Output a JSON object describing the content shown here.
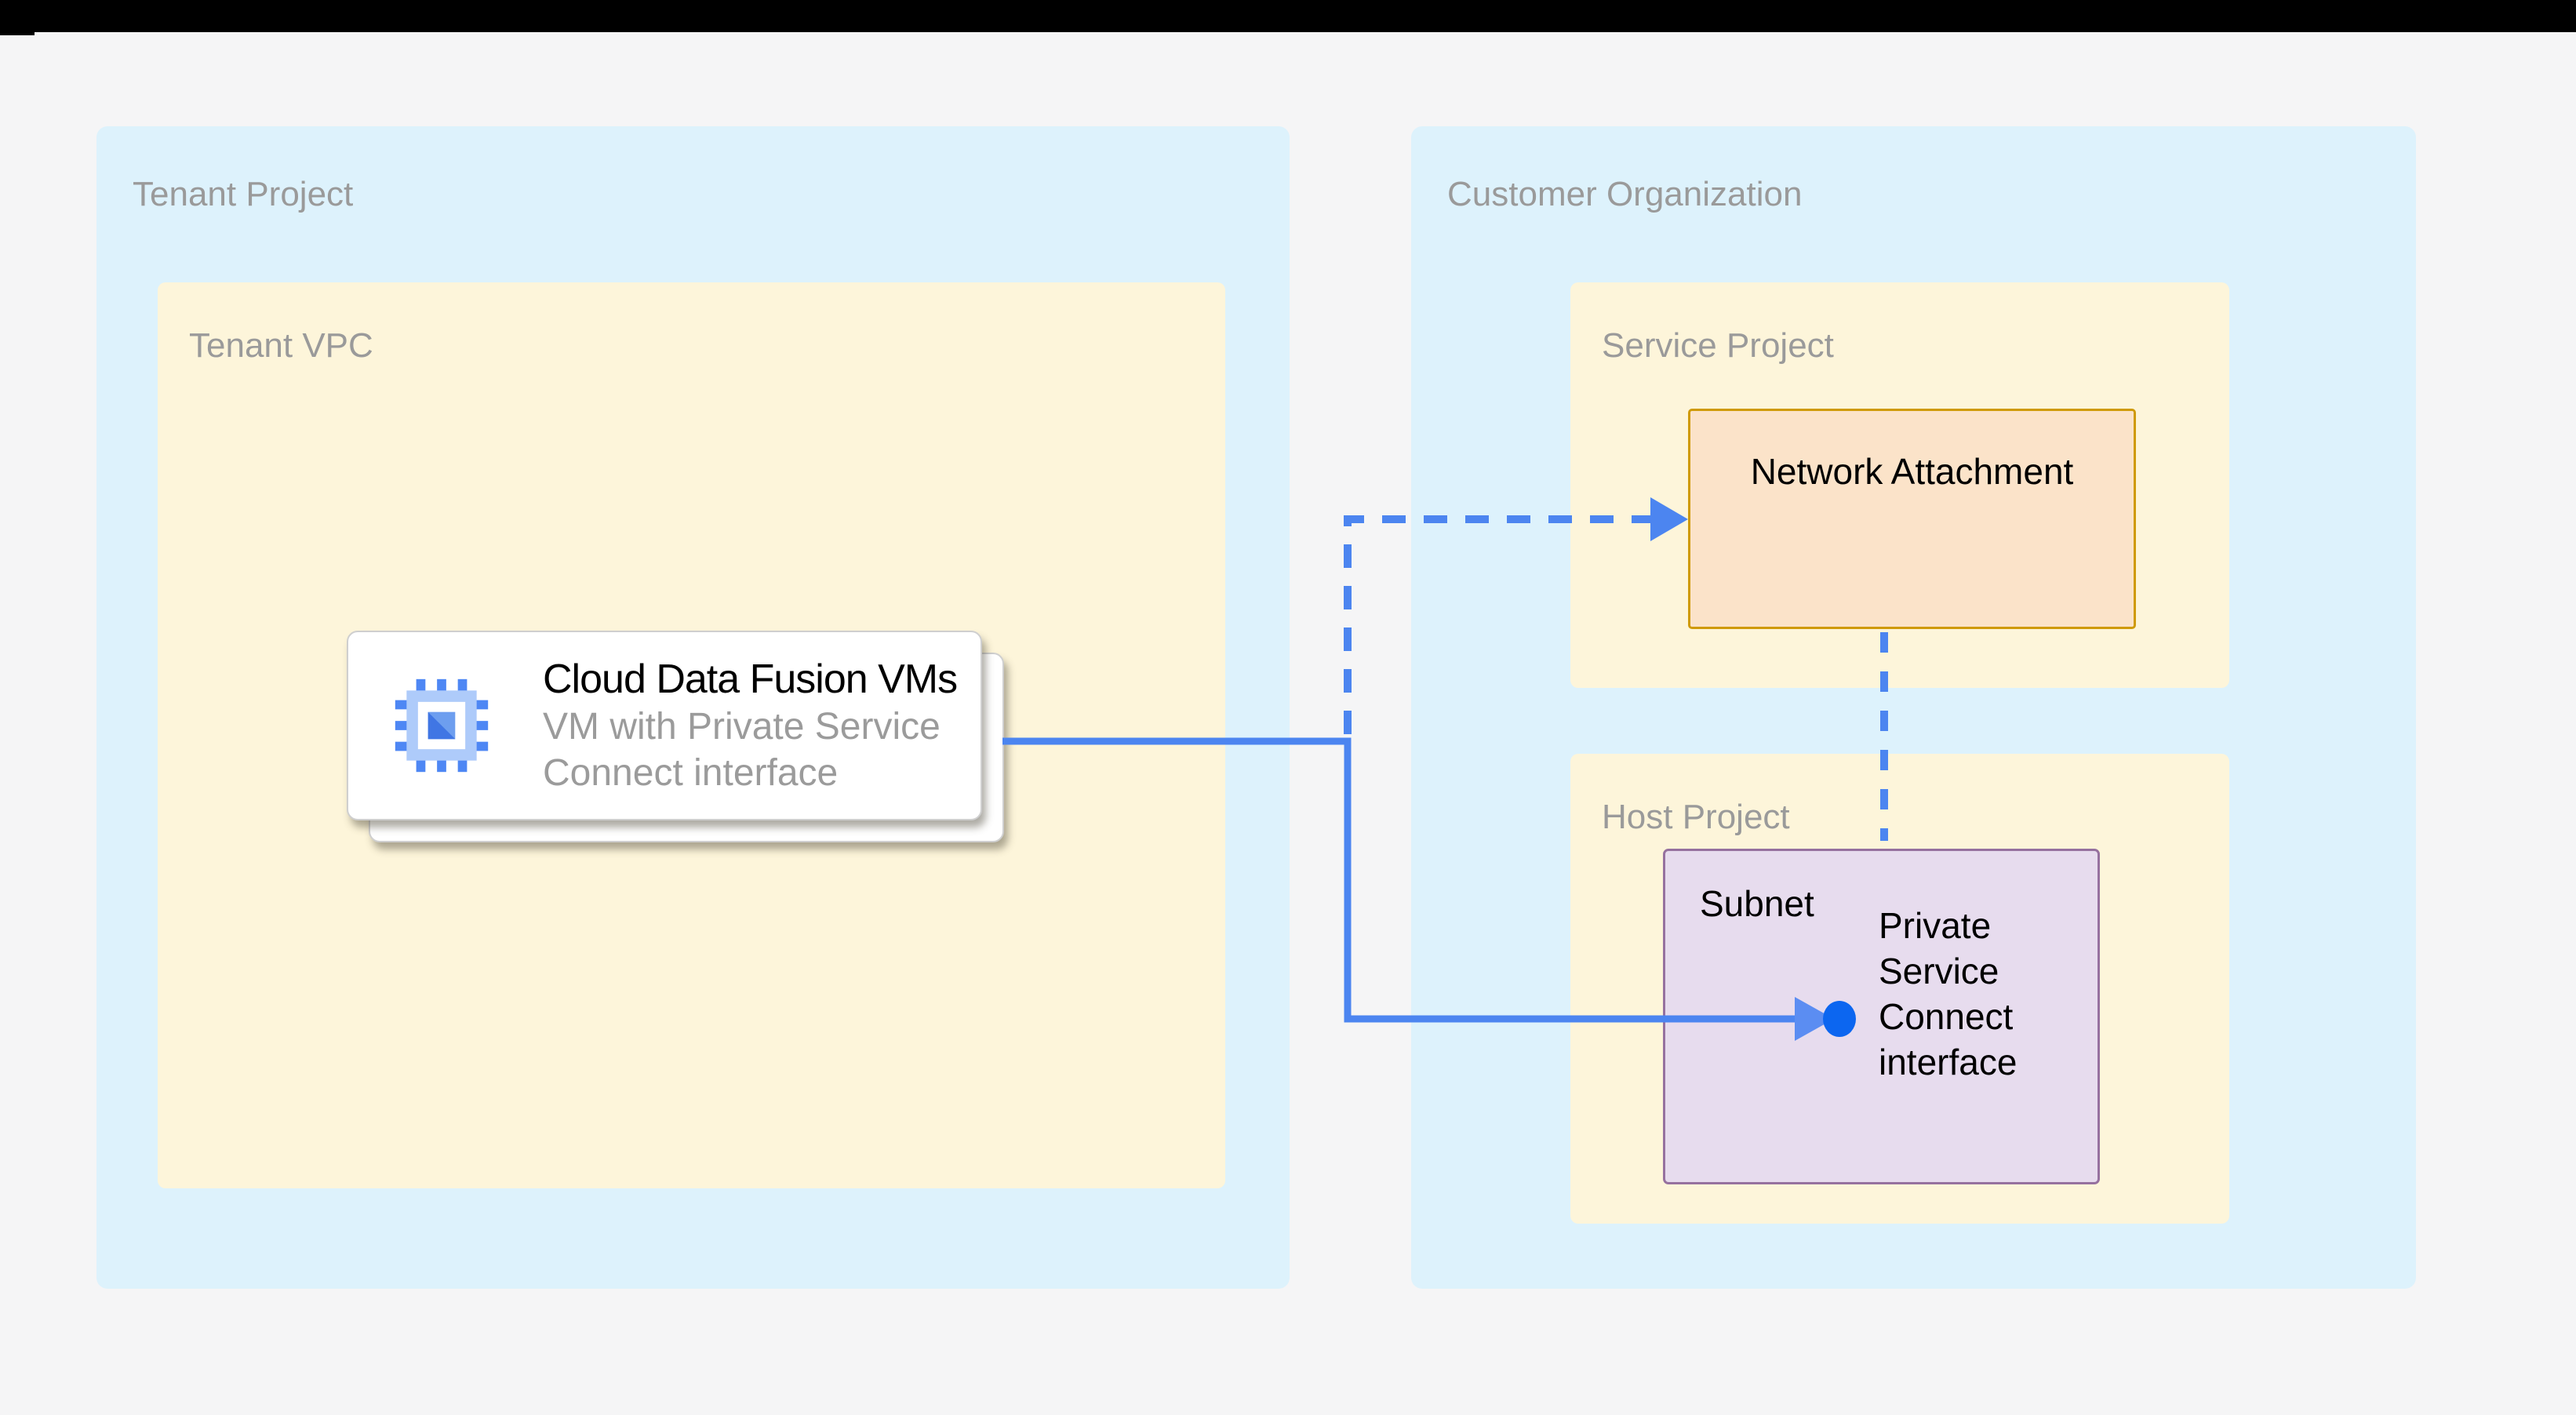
{
  "window": {
    "top_bar_color": "#000000"
  },
  "palette": {
    "page_background": "#f5f5f6",
    "zone_blue": "#ddf2fc",
    "zone_cream": "#fdf5da",
    "peach_fill": "#fbe3c9",
    "gold_border": "#cf9a06",
    "lavender_fill": "#e7dcee",
    "purple_border": "#96719f",
    "connector_blue": "#4c85f0",
    "dot_blue": "#0c66f0",
    "zone_label_gray": "#9a9a9a",
    "text_black": "#000000",
    "card_white": "#ffffff"
  },
  "zones": {
    "tenant_project": {
      "label": "Tenant Project"
    },
    "tenant_vpc": {
      "label": "Tenant VPC"
    },
    "customer_organization": {
      "label": "Customer Organization"
    },
    "service_project": {
      "label": "Service Project"
    },
    "host_project": {
      "label": "Host Project"
    }
  },
  "nodes": {
    "vm_card": {
      "title": "Cloud Data Fusion VMs",
      "subtitle_lines": [
        "VM with Private Service",
        "Connect interface"
      ],
      "icon": "compute-engine-chip-icon"
    },
    "network_attachment": {
      "label": "Network Attachment"
    },
    "subnet": {
      "label": "Subnet",
      "psc_lines": [
        "Private",
        "Service",
        "Connect",
        "interface"
      ]
    }
  },
  "connectors": [
    {
      "id": "vm-to-psc-interface",
      "style": "solid",
      "endpoint": "arrow-into-dot"
    },
    {
      "id": "vm-to-network-attachment",
      "style": "dashed",
      "endpoint": "arrow"
    },
    {
      "id": "network-attachment-to-subnet",
      "style": "dashed",
      "endpoint": "none"
    }
  ]
}
